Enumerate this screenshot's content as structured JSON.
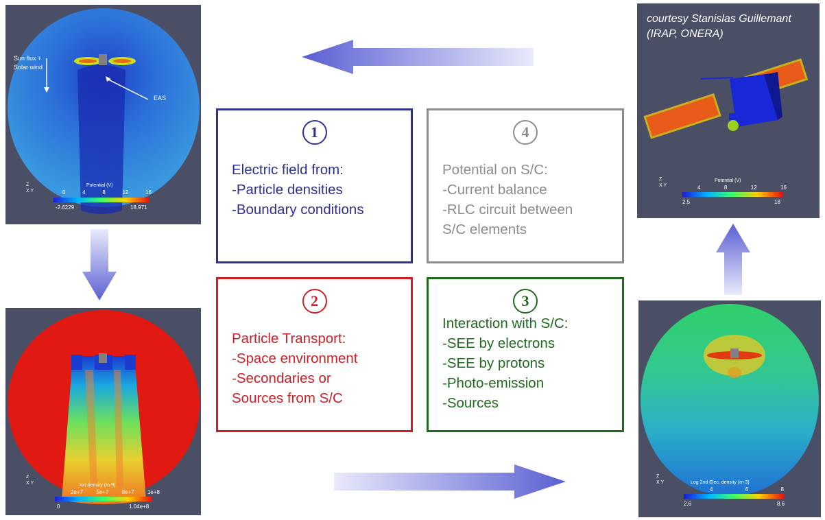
{
  "boxes": [
    {
      "number": "1",
      "color": "#2e3192",
      "lines": [
        "Electric field from:",
        "-Particle densities",
        "-Boundary conditions"
      ]
    },
    {
      "number": "2",
      "color": "#cc1f26",
      "lines": [
        "Particle Transport:",
        "-Space environment",
        "-Secondaries or",
        "Sources from S/C"
      ]
    },
    {
      "number": "3",
      "color": "#1f6a1f",
      "lines": [
        "Interaction with S/C:",
        "-SEE by electrons",
        "-SEE by protons",
        "-Photo-emission",
        "-Sources"
      ]
    },
    {
      "number": "4",
      "color": "#8c8c8c",
      "lines": [
        "Potential on S/C:",
        "-Current balance",
        "-RLC circuit between",
        "S/C elements"
      ]
    }
  ],
  "panels": {
    "potential_map": {
      "annotation_flux": "Sun flux +",
      "annotation_wind": "Solar wind",
      "annotation_eas": "EAS",
      "colorbar_title": "Potential (V)",
      "colorbar_ticks": [
        "0",
        "4",
        "8",
        "12",
        "16"
      ],
      "colorbar_min": "-2.6229",
      "colorbar_max": "18.971"
    },
    "ion_density": {
      "colorbar_title": "Ion density (m-3)",
      "colorbar_ticks": [
        "2e+7",
        "5e+7",
        "8e+7",
        "1e+8"
      ],
      "colorbar_min": "0",
      "colorbar_max": "1.04e+8"
    },
    "electron_density": {
      "colorbar_title": "Log 2nd Elec. density (m-3)",
      "colorbar_ticks": [
        "4",
        "6",
        "8"
      ],
      "colorbar_min": "2.6",
      "colorbar_max": "8.6"
    },
    "spacecraft": {
      "credit_line1": "courtesy Stanislas Guillemant",
      "credit_line2": "(IRAP, ONERA)",
      "colorbar_title": "Potential (V)",
      "colorbar_ticks": [
        "4",
        "8",
        "12",
        "16"
      ],
      "colorbar_min": "2.5",
      "colorbar_max": "18"
    }
  },
  "axes_labels": {
    "z": "Z",
    "y": "Y",
    "x": "X"
  },
  "colors": {
    "arrow": "#6f73d6",
    "panel_bg": "#4a4f66"
  }
}
